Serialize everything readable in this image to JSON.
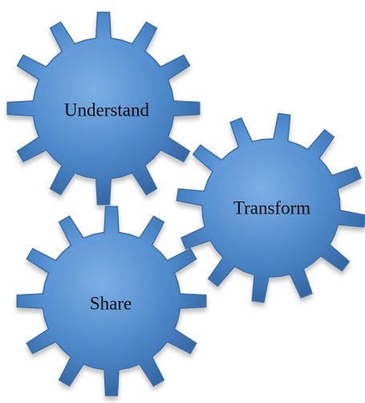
{
  "diagram": {
    "gears": [
      {
        "label": "Understand"
      },
      {
        "label": "Transform"
      },
      {
        "label": "Share"
      }
    ],
    "colors": {
      "gear_fill_light": "#7fb0e6",
      "gear_fill_mid": "#4a86c8",
      "gear_fill_dark": "#2f5f9a",
      "gear_stroke": "#3a6ea8",
      "background": "#ffffff",
      "label_text": "#0d0d0d"
    }
  }
}
